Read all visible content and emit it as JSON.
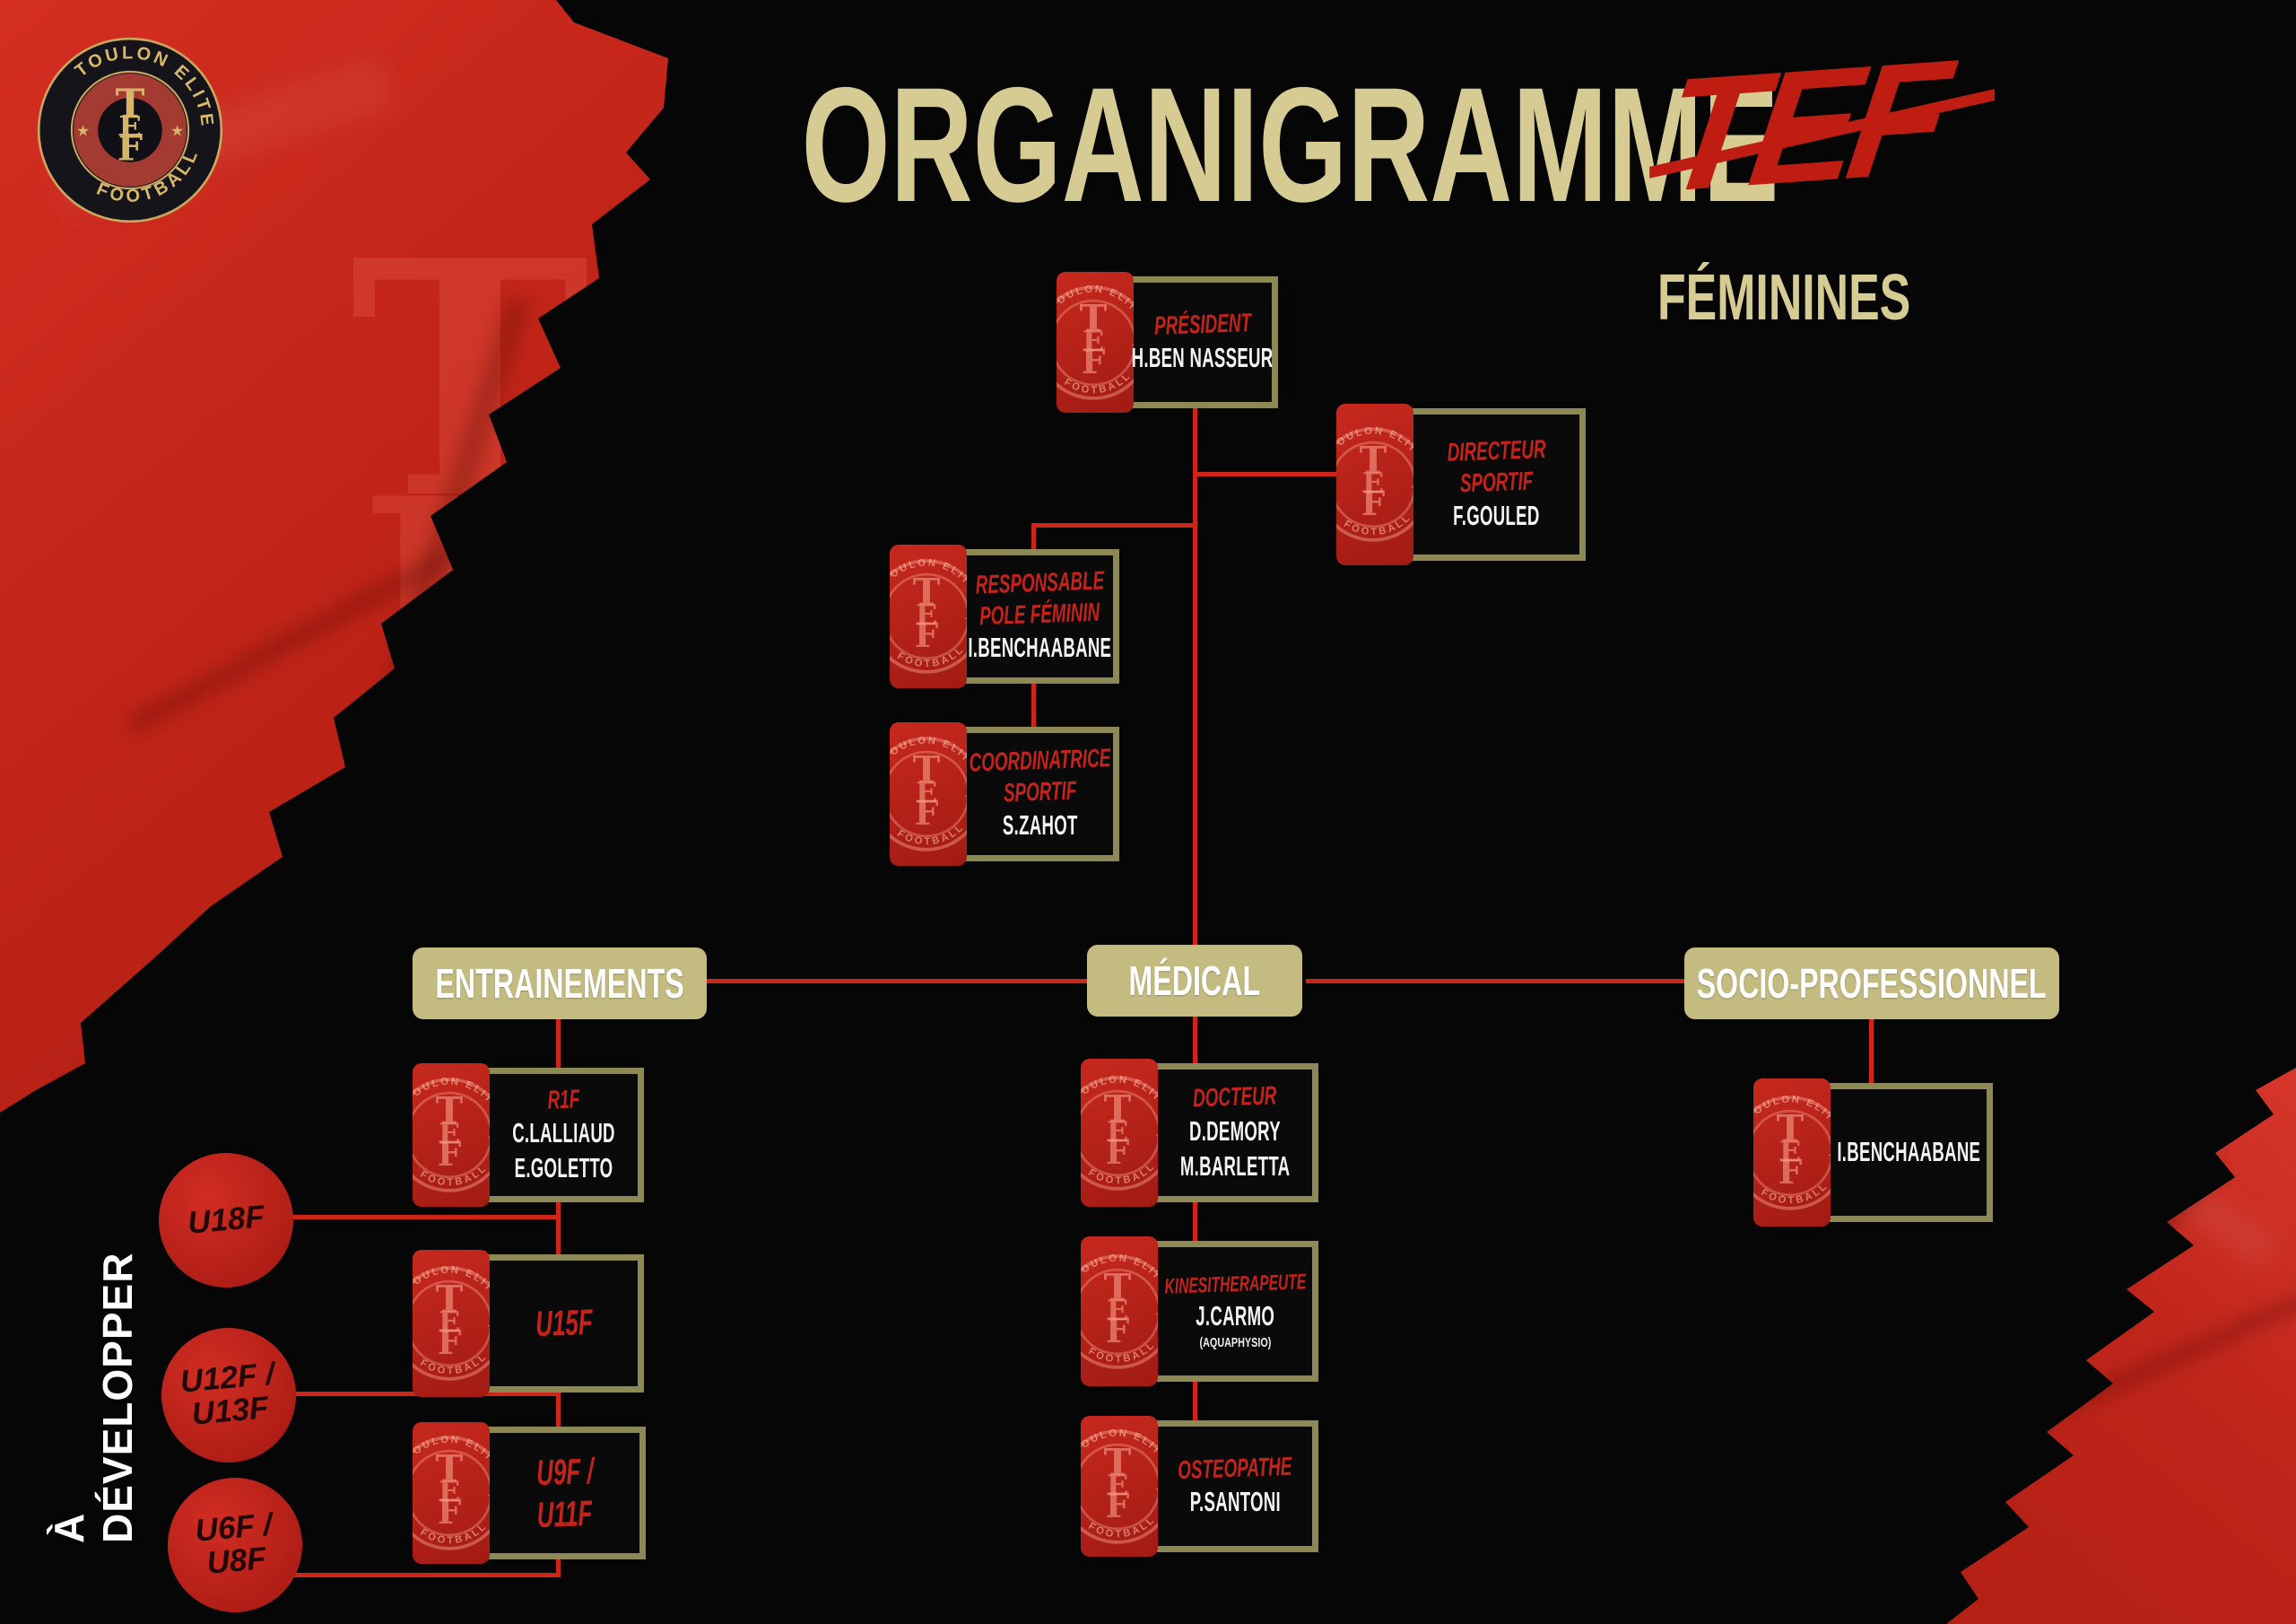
{
  "page": {
    "title_main": "ORGANIGRAMME",
    "title_logo": "TEF",
    "subtitle": "FÉMININES",
    "side_label": "À DÉVELOPPER",
    "watermark_letters": [
      "T",
      "E",
      "F"
    ],
    "watermark_elite": "ELITE"
  },
  "badge": {
    "top_text": "TOULON ELITE",
    "bottom_text": "FOOTBALL",
    "monogram": [
      "T",
      "E",
      "F"
    ],
    "star": "★"
  },
  "colors": {
    "background": "#060606",
    "accent_red": "#c42318",
    "line_red": "#cf2418",
    "title_tan": "#d6cb92",
    "header_fill": "#c4bb80",
    "box_border_olive": "#8d8955",
    "circle_red": "#c1261e",
    "name_white": "#f4f4f4"
  },
  "org": {
    "headers": [
      {
        "id": "entrainements",
        "label": "ENTRAINEMENTS"
      },
      {
        "id": "medical",
        "label": "MÉDICAL"
      },
      {
        "id": "socio",
        "label": "SOCIO-PROFESSIONNEL"
      }
    ],
    "boxes": [
      {
        "id": "president",
        "title": [
          "PRÉSIDENT"
        ],
        "names": [
          "H.BEN NASSEUR"
        ],
        "note": ""
      },
      {
        "id": "directeur",
        "title": [
          "DIRECTEUR",
          "SPORTIF"
        ],
        "names": [
          "F.GOULED"
        ],
        "note": ""
      },
      {
        "id": "responsable",
        "title": [
          "RESPONSABLE",
          "POLE FÉMININ"
        ],
        "names": [
          "I.BENCHAABANE"
        ],
        "note": ""
      },
      {
        "id": "coordinatrice",
        "title": [
          "COORDINATRICE",
          "SPORTIF"
        ],
        "names": [
          "S.ZAHOT"
        ],
        "note": ""
      },
      {
        "id": "r1f",
        "title": [
          "R1F"
        ],
        "names": [
          "C.LALLIAUD",
          "E.GOLETTO"
        ],
        "note": ""
      },
      {
        "id": "u15f",
        "title": [
          "U15F"
        ],
        "names": [],
        "note": ""
      },
      {
        "id": "u9f",
        "title": [
          "U9F /",
          "U11F"
        ],
        "names": [],
        "note": ""
      },
      {
        "id": "docteur",
        "title": [
          "DOCTEUR"
        ],
        "names": [
          "D.DEMORY",
          "M.BARLETTA"
        ],
        "note": ""
      },
      {
        "id": "kine",
        "title": [
          "KINESITHERAPEUTE"
        ],
        "names": [
          "J.CARMO"
        ],
        "note": "(AQUAPHYSIO)"
      },
      {
        "id": "osteo",
        "title": [
          "OSTEOPATHE"
        ],
        "names": [
          "P.SANTONI"
        ],
        "note": ""
      },
      {
        "id": "socio-benchaabane",
        "title": [],
        "names": [
          "I.BENCHAABANE"
        ],
        "note": ""
      }
    ],
    "circles": [
      {
        "id": "u18f",
        "lines": [
          "U18F"
        ]
      },
      {
        "id": "u12f",
        "lines": [
          "U12F /",
          "U13F"
        ]
      },
      {
        "id": "u6f",
        "lines": [
          "U6F /",
          "U8F"
        ]
      }
    ]
  }
}
